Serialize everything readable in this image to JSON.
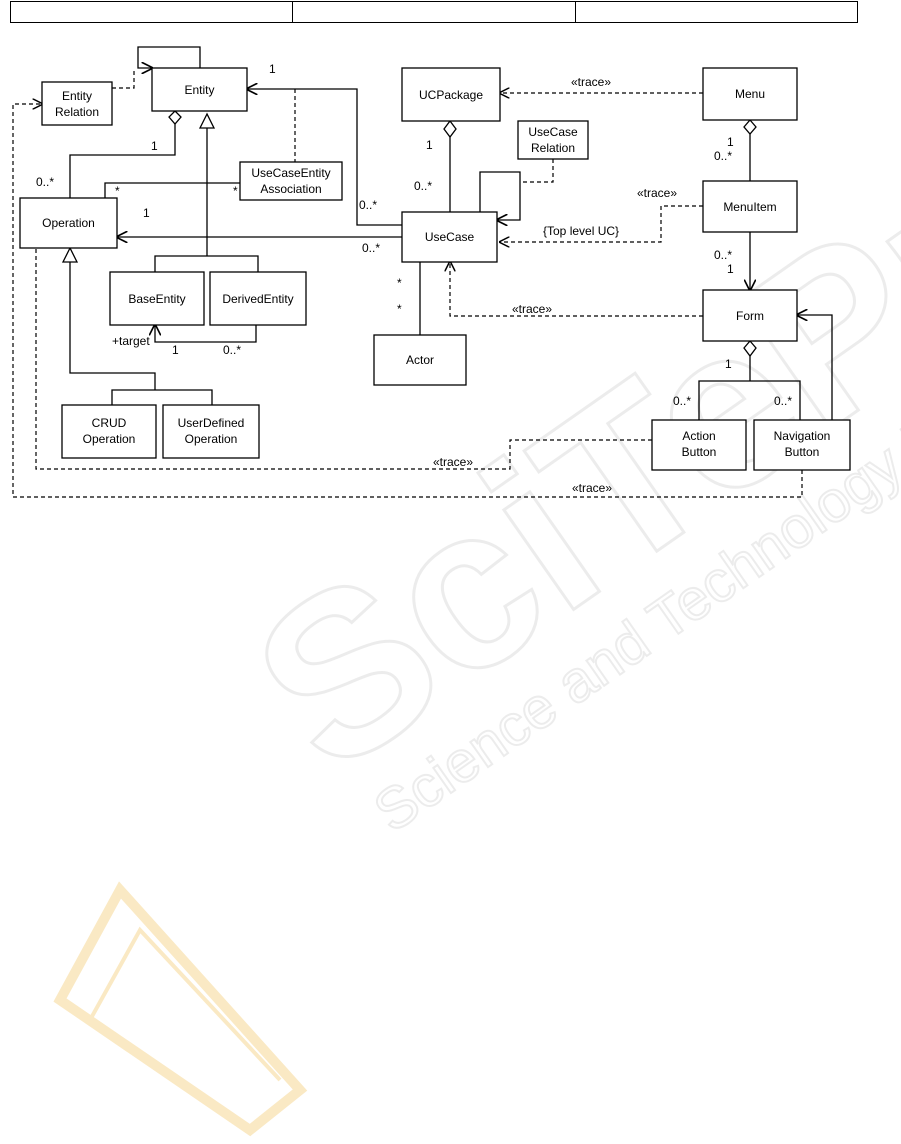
{
  "header": {
    "cells": [
      "",
      "",
      ""
    ]
  },
  "classes": {
    "entity": [
      "Entity"
    ],
    "entity_relation": [
      "Entity",
      "Relation"
    ],
    "operation": [
      "Operation"
    ],
    "ucentity_assoc": [
      "UseCaseEntity",
      "Association"
    ],
    "base_entity": [
      "BaseEntity"
    ],
    "derived_entity": [
      "DerivedEntity"
    ],
    "crud_op": [
      "CRUD",
      "Operation"
    ],
    "userdef_op": [
      "UserDefined",
      "Operation"
    ],
    "ucpackage": [
      "UCPackage"
    ],
    "usecase_relation": [
      "UseCase",
      "Relation"
    ],
    "usecase": [
      "UseCase"
    ],
    "actor": [
      "Actor"
    ],
    "menu": [
      "Menu"
    ],
    "menuitem": [
      "MenuItem"
    ],
    "form": [
      "Form"
    ],
    "action_button": [
      "Action",
      "Button"
    ],
    "navigation_button": [
      "Navigation",
      "Button"
    ]
  },
  "labels": {
    "entity_top_1": "1",
    "entity_op_1": "1",
    "op_0n": "0..*",
    "assoc_star_a": "*",
    "assoc_star_b": "*",
    "op_uc_1": "1",
    "uc_op_0n": "0..*",
    "entity_uc_0n": "0..*",
    "pkg_1": "1",
    "pkg_0n": "0..*",
    "actor_star_a": "*",
    "actor_star_b": "*",
    "target": "+target",
    "derived_1": "1",
    "derived_0n": "0..*",
    "menu_1": "1",
    "menu_0n": "0..*",
    "trace_pkg": "«trace»",
    "trace_menuitem": "«trace»",
    "top_level_uc": "{Top level UC}",
    "menuitem_0n": "0..*",
    "menuitem_1": "1",
    "trace_form": "«trace»",
    "form_1": "1",
    "action_0n": "0..*",
    "nav_0n": "0..*",
    "trace_action": "«trace»",
    "trace_nav": "«trace»"
  },
  "watermark": {
    "line1": "SciTePress",
    "line2": "Science and Technology Publications",
    "color": "#c8c8c8",
    "accent": "#f2c25a"
  }
}
